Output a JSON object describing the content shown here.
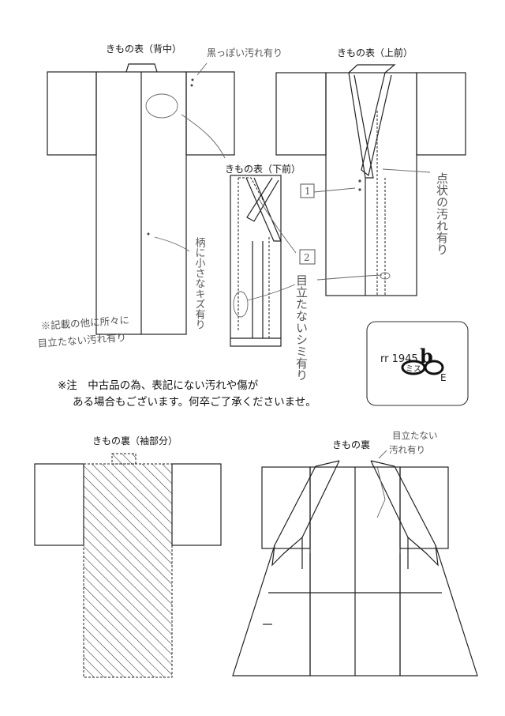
{
  "diagrams": {
    "back": {
      "label": "きもの表（背中）"
    },
    "front": {
      "label": "きもの表（上前）"
    },
    "under": {
      "label": "きもの表（下前）"
    },
    "lining_sleeve": {
      "label": "きもの裏（袖部分）"
    },
    "lining": {
      "label": "きもの裏"
    }
  },
  "handwritten": {
    "back_stain": "黒っぽい汚れ有り",
    "back_small_scratch": "柄に小さなキズ有り",
    "front_dots": "点状の汚れ有り",
    "marker_1": "1",
    "marker_2": "2",
    "under_spot": "目立たないシミ有り",
    "other_notes_line1": "※記載の他に所々に",
    "other_notes_line2": "目立たない汚れ有り",
    "lining_stain_line1": "目立たない",
    "lining_stain_line2": "汚れ有り"
  },
  "notice": {
    "line1": "※注　中古品の為、表記にない汚れや傷が",
    "line2": "ある場合もございます。何卒ご了承くださいませ。"
  },
  "stamp": {
    "code": "rr 1945",
    "mark": "b",
    "circled": "ミス",
    "suffix": "E"
  }
}
